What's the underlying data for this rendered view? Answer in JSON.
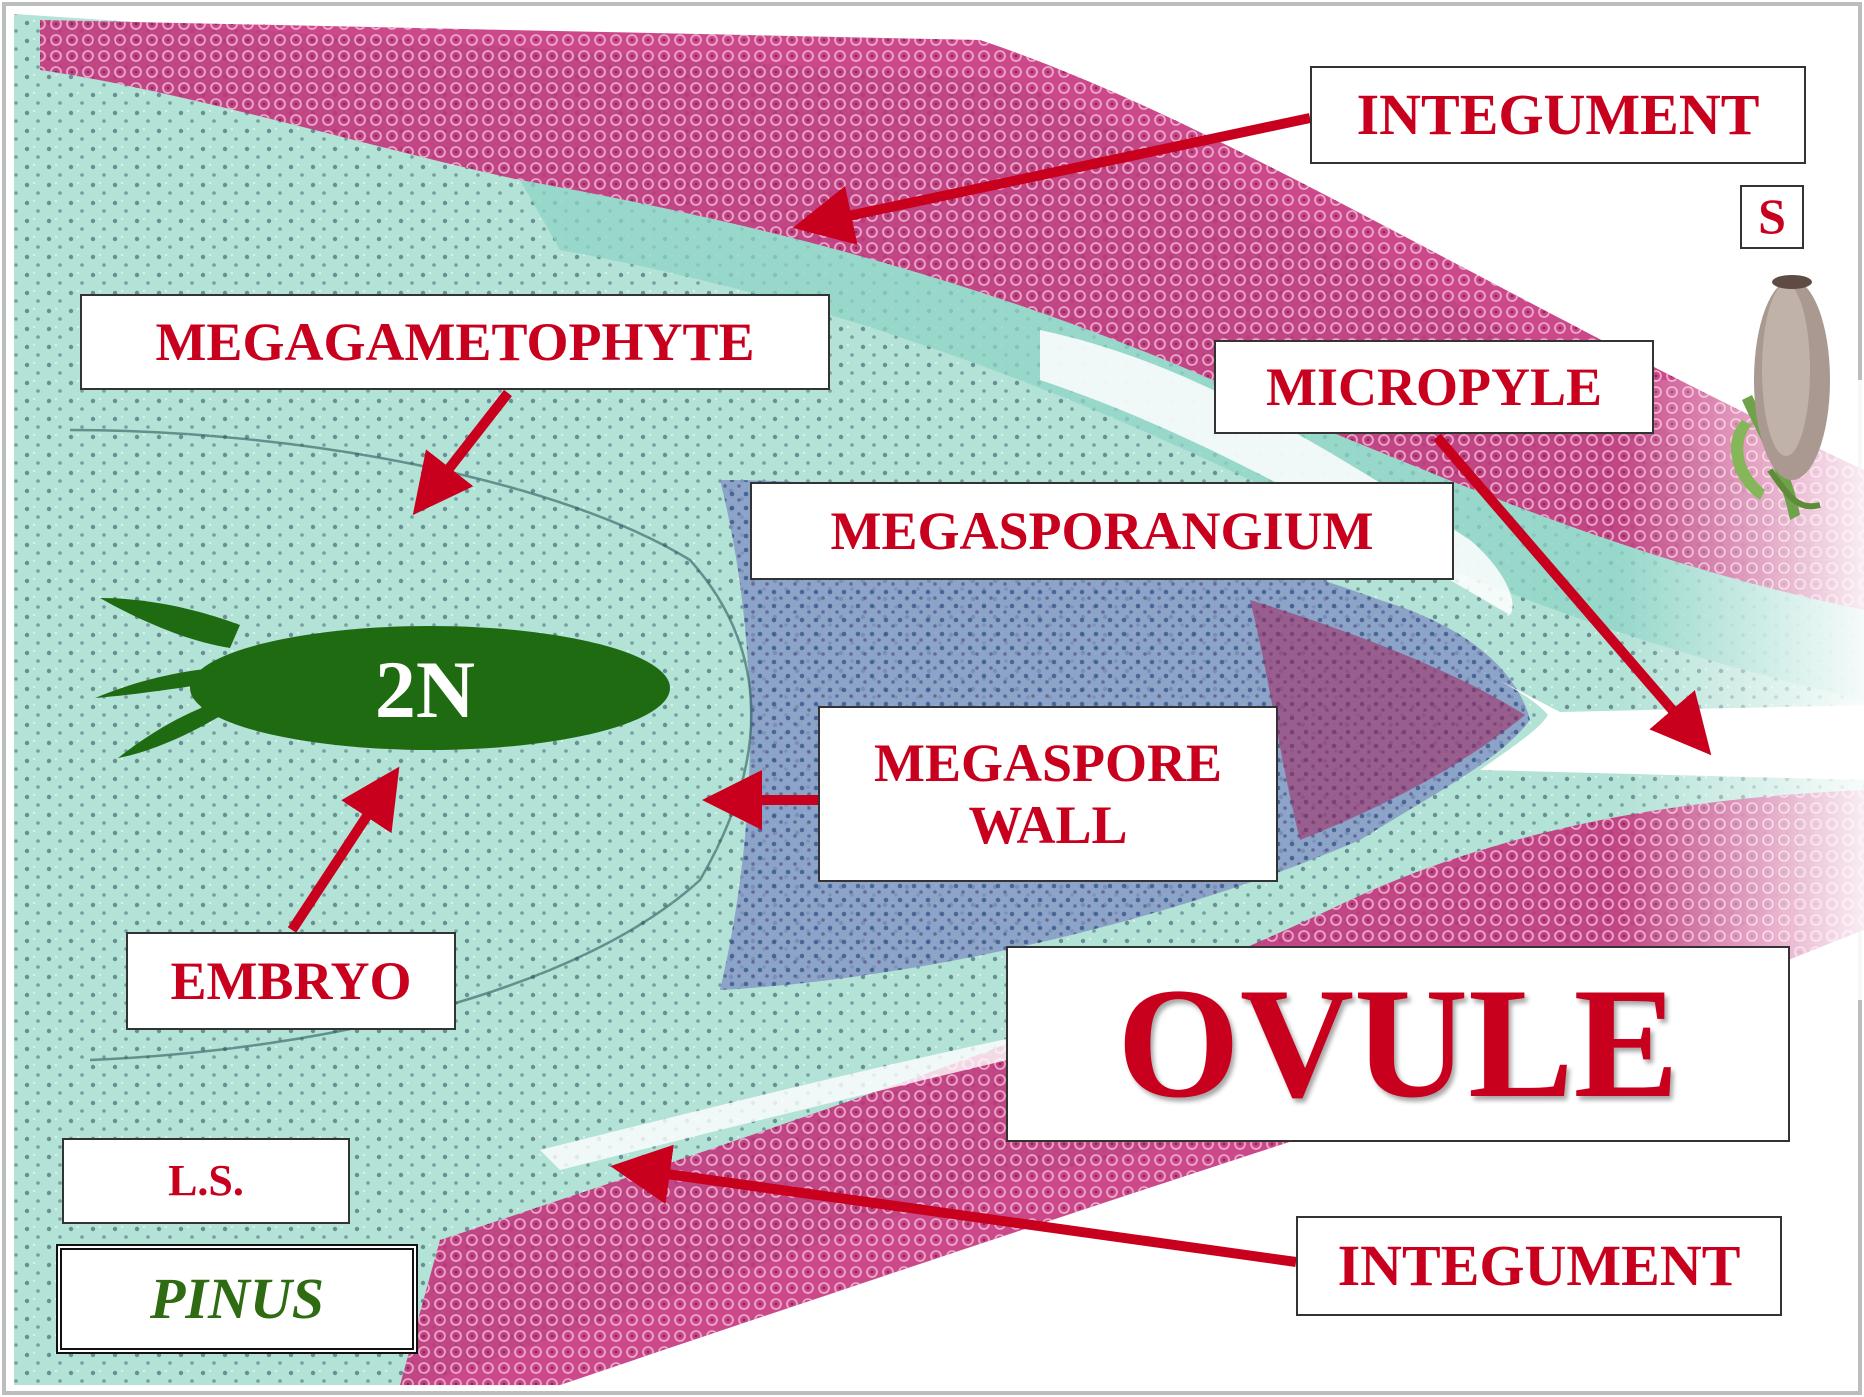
{
  "labels": {
    "integument_top": "INTEGUMENT",
    "s": "S",
    "megagametophyte": "MEGAGAMETOPHYTE",
    "micropyle": "MICROPYLE",
    "megasporangium": "MEGASPORANGIUM",
    "megaspore_wall_line1": "MEGASPORE",
    "megaspore_wall_line2": "WALL",
    "embryo": "EMBRYO",
    "title": "OVULE",
    "ls": "L.S.",
    "pinus": "PINUS",
    "integument_bottom": "INTEGUMENT",
    "ploidy": "2N"
  },
  "colors": {
    "label_text": "#c8001e",
    "arrow": "#c8001e",
    "embryo_shape": "#1f6b12",
    "pinus_text": "#2e6b12",
    "tissue_background": "#a9ddd0",
    "integument_tissue": "#c4307a",
    "nucellus_tissue": "#6f7fb6"
  }
}
